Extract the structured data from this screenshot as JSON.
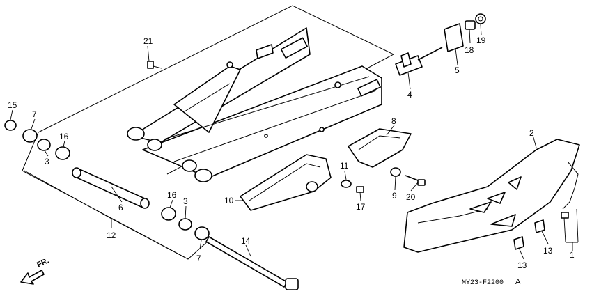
{
  "diagram": {
    "code_main": "MY23-F2200",
    "code_suffix": "A",
    "direction": "FR.",
    "callouts": [
      {
        "id": "c1",
        "text": "1"
      },
      {
        "id": "c2",
        "text": "2"
      },
      {
        "id": "c3a",
        "text": "3"
      },
      {
        "id": "c3b",
        "text": "3"
      },
      {
        "id": "c4",
        "text": "4"
      },
      {
        "id": "c5",
        "text": "5"
      },
      {
        "id": "c6",
        "text": "6"
      },
      {
        "id": "c7a",
        "text": "7"
      },
      {
        "id": "c7b",
        "text": "7"
      },
      {
        "id": "c8",
        "text": "8"
      },
      {
        "id": "c9",
        "text": "9"
      },
      {
        "id": "c10",
        "text": "10"
      },
      {
        "id": "c11",
        "text": "11"
      },
      {
        "id": "c12",
        "text": "12"
      },
      {
        "id": "c13a",
        "text": "13"
      },
      {
        "id": "c13b",
        "text": "13"
      },
      {
        "id": "c14",
        "text": "14"
      },
      {
        "id": "c15",
        "text": "15"
      },
      {
        "id": "c16a",
        "text": "16"
      },
      {
        "id": "c16b",
        "text": "16"
      },
      {
        "id": "c17",
        "text": "17"
      },
      {
        "id": "c18",
        "text": "18"
      },
      {
        "id": "c19",
        "text": "19"
      },
      {
        "id": "c20",
        "text": "20"
      },
      {
        "id": "c21",
        "text": "21"
      }
    ]
  }
}
